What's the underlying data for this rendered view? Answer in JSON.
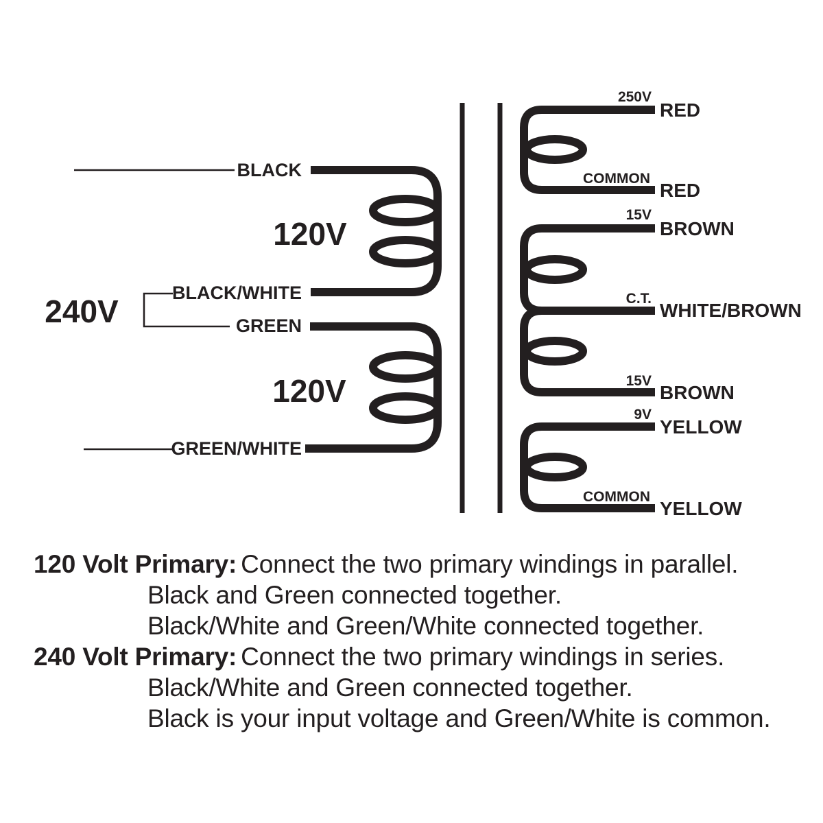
{
  "colors": {
    "ink": "#231f20",
    "background": "#ffffff"
  },
  "diagram": {
    "primary": {
      "input_voltage": "240V",
      "windings": [
        {
          "voltage": "120V",
          "leads": [
            "BLACK",
            "BLACK/WHITE"
          ]
        },
        {
          "voltage": "120V",
          "leads": [
            "GREEN",
            "GREEN/WHITE"
          ]
        }
      ]
    },
    "secondary": {
      "windings": [
        {
          "taps": [
            {
              "tap": "250V",
              "wire": "RED"
            },
            {
              "tap": "COMMON",
              "wire": "RED"
            }
          ]
        },
        {
          "taps": [
            {
              "tap": "15V",
              "wire": "BROWN"
            },
            {
              "tap": "C.T.",
              "wire": "WHITE/BROWN"
            },
            {
              "tap": "15V",
              "wire": "BROWN"
            }
          ]
        },
        {
          "taps": [
            {
              "tap": "9V",
              "wire": "YELLOW"
            },
            {
              "tap": "COMMON",
              "wire": "YELLOW"
            }
          ]
        }
      ]
    }
  },
  "instructions": [
    {
      "heading": "120 Volt Primary:",
      "lead_text": "Connect the two primary windings in parallel.",
      "lines": [
        "Black and Green connected together.",
        "Black/White and Green/White connected together."
      ]
    },
    {
      "heading": "240 Volt Primary:",
      "lead_text": "Connect the two primary windings in series.",
      "lines": [
        "Black/White and Green connected together.",
        "Black is your input voltage and Green/White is common."
      ]
    }
  ]
}
